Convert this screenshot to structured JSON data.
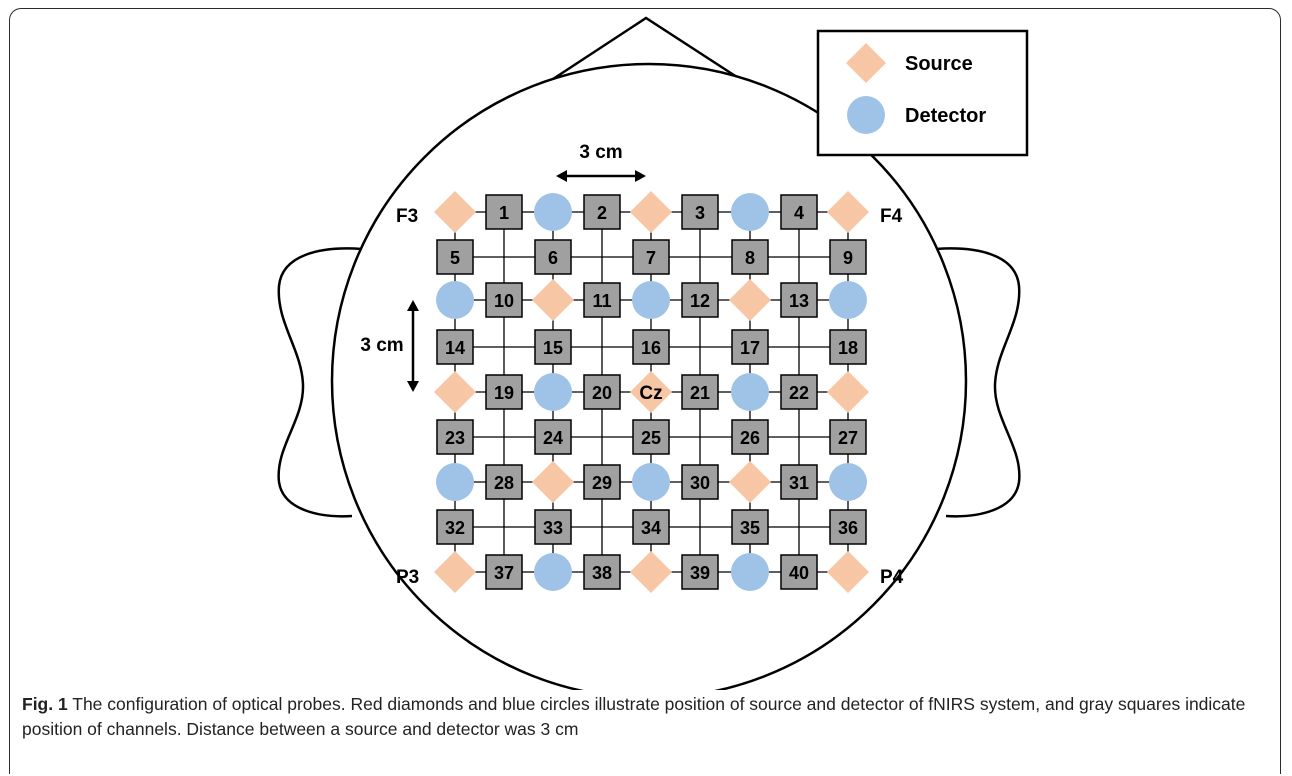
{
  "colors": {
    "source": "#f7c6a5",
    "detector": "#9fc3e7",
    "channel": "#a0a0a0",
    "outline": "#000000"
  },
  "legend": {
    "source_label": "Source",
    "detector_label": "Detector"
  },
  "scale": {
    "horizontal_label": "3 cm",
    "vertical_label": "3 cm"
  },
  "probes": {
    "rows": [
      [
        "S",
        "D",
        "S",
        "D",
        "S"
      ],
      [
        "D",
        "S",
        "D",
        "S",
        "D"
      ],
      [
        "S",
        "D",
        "S",
        "D",
        "S"
      ],
      [
        "D",
        "S",
        "D",
        "S",
        "D"
      ],
      [
        "S",
        "D",
        "S",
        "D",
        "S"
      ]
    ],
    "labels": {
      "F3": "F3",
      "F4": "F4",
      "Cz": "Cz",
      "P3": "P3",
      "P4": "P4"
    }
  },
  "channels": [
    "1",
    "2",
    "3",
    "4",
    "5",
    "6",
    "7",
    "8",
    "9",
    "10",
    "11",
    "12",
    "13",
    "14",
    "15",
    "16",
    "17",
    "18",
    "19",
    "20",
    "21",
    "22",
    "23",
    "24",
    "25",
    "26",
    "27",
    "28",
    "29",
    "30",
    "31",
    "32",
    "33",
    "34",
    "35",
    "36",
    "37",
    "38",
    "39",
    "40"
  ],
  "caption": {
    "fig_label": "Fig. 1",
    "text": " The configuration of optical probes. Red diamonds and blue circles illustrate position of source and detector of fNIRS system, and gray squares indicate position of channels. Distance between a source and detector was 3 cm"
  }
}
